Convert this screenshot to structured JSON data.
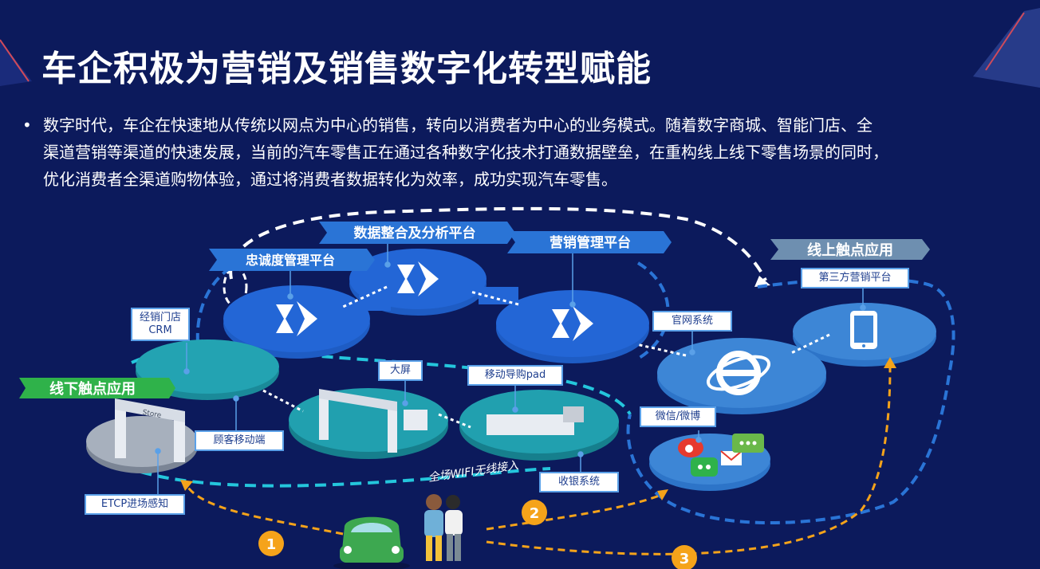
{
  "title": "车企积极为营销及销售数字化转型赋能",
  "bullet": {
    "marker": "•",
    "lines": [
      "数字时代，车企在快速地从传统以网点为中心的销售，转向以消费者为中心的业务模式。随着数字商城、智能门店、全",
      "渠道营销等渠道的快速发展，当前的汽车零售正在通过各种数字化技术打通数据壁垒，在重构线上线下零售场景的同时，",
      "优化消费者全渠道购物体验，通过将消费者数据转化为效率，成功实现汽车零售。"
    ]
  },
  "banners": {
    "loyalty": "忠诚度管理平台",
    "data": "数据整合及分析平台",
    "marketing": "营销管理平台",
    "online": "线上触点应用",
    "offline": "线下触点应用"
  },
  "labels": {
    "dealer_line1": "经销门店",
    "dealer_line2": "CRM",
    "third_party": "第三方营销平台",
    "official_site": "官网系统",
    "big_screen": "大屏",
    "mobile_pad": "移动导购pad",
    "customer_mobile": "顾客移动端",
    "wechat_weibo": "微信/微博",
    "cashier": "收银系统",
    "etcp": "ETCP进场感知",
    "wifi": "全场WIFI无线接入",
    "store": "Store"
  },
  "steps": [
    "1",
    "2",
    "3"
  ],
  "colors": {
    "background": "#0c1a5c",
    "platform": "#1f5fc8",
    "teal": "#1f9aa8",
    "online": "#3d86d6",
    "arrow_orange": "#f5a31a",
    "banner": "#2a74d6",
    "dash_cyan": "#24c6dc"
  },
  "icons": [
    "transfer-icon",
    "browser-icon",
    "phone-icon",
    "weibo-icon",
    "wechat-icon",
    "mail-icon",
    "chat-icon",
    "car-icon",
    "people-icon"
  ]
}
